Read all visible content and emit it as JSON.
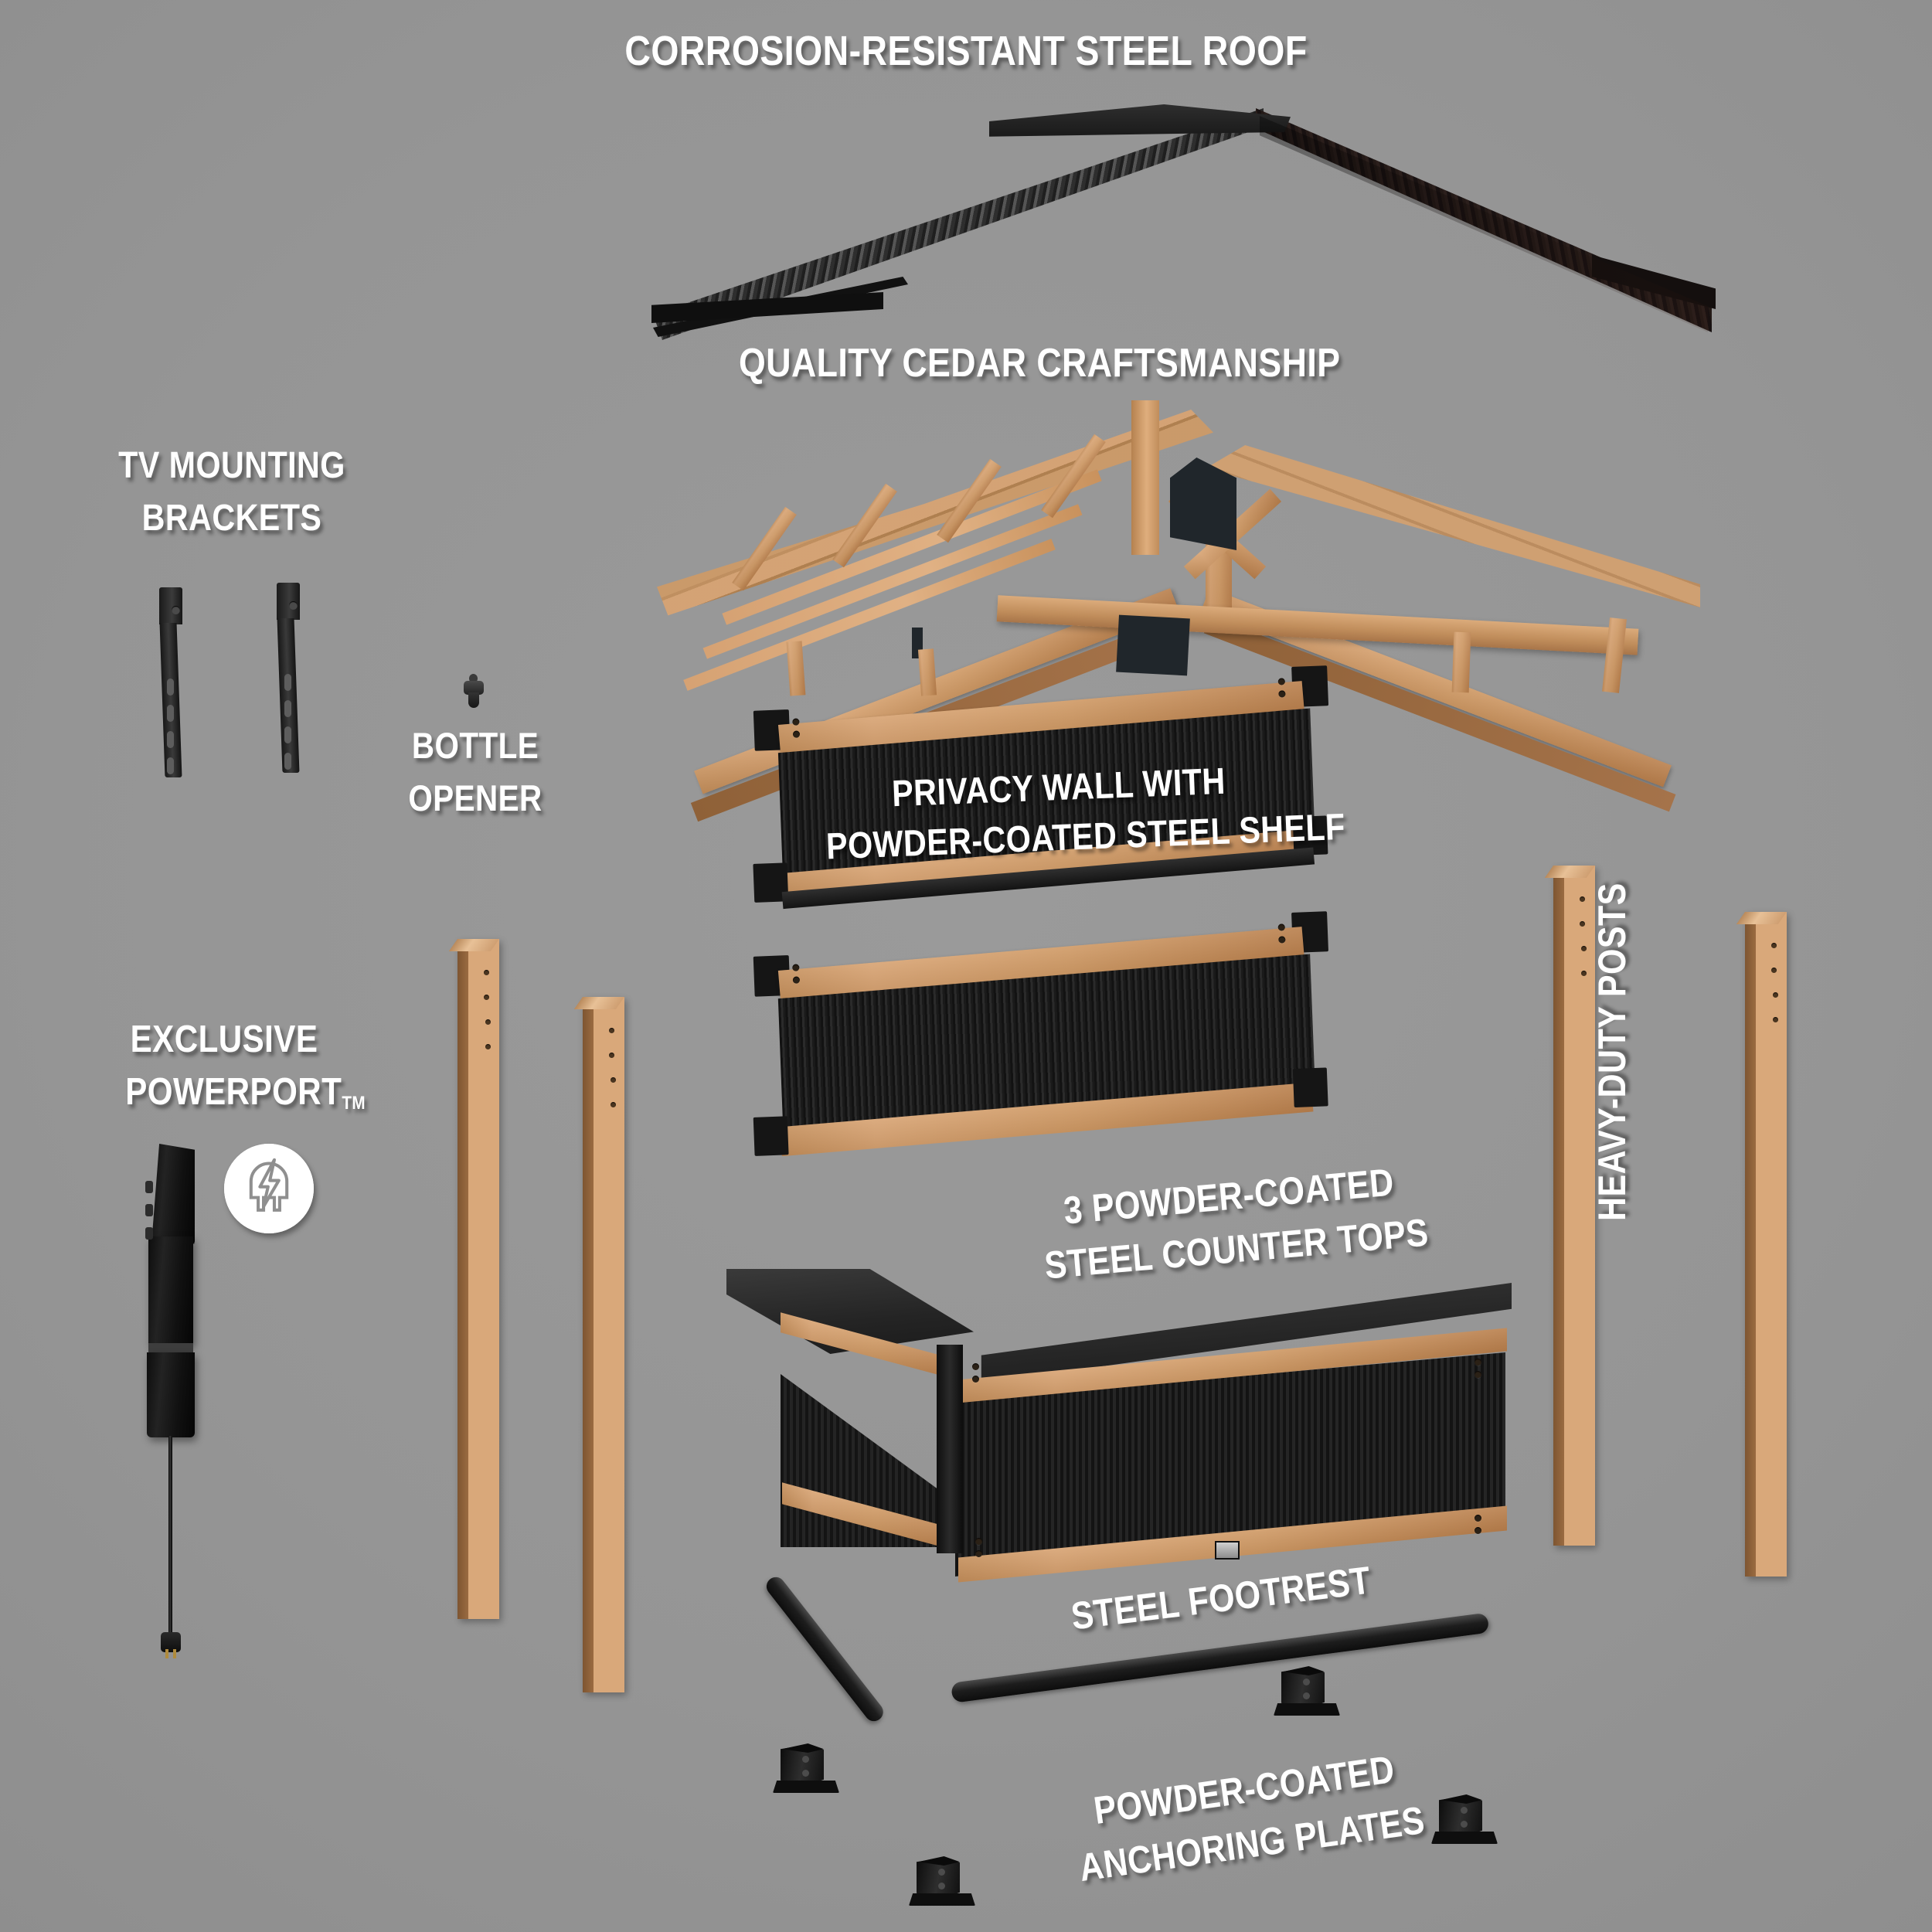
{
  "page": {
    "background_color": "#8f8f8f",
    "label_color": "#ffffff",
    "cedar_color": "#cf9964",
    "steel_color": "#1b1b1b"
  },
  "labels": {
    "roof": "CORROSION-RESISTANT STEEL ROOF",
    "cedar": "QUALITY CEDAR CRAFTSMANSHIP",
    "tv_brackets_line1": "TV MOUNTING",
    "tv_brackets_line2": "BRACKETS",
    "bottle_opener_line1": "BOTTLE",
    "bottle_opener_line2": "OPENER",
    "powerport_line1": "EXCLUSIVE",
    "powerport_line2": "POWERPORT",
    "powerport_tm": "TM",
    "privacy_wall_line1": "PRIVACY WALL WITH",
    "privacy_wall_line2": "POWDER-COATED STEEL SHELF",
    "counter_tops_line1": "3 POWDER-COATED",
    "counter_tops_line2": "STEEL COUNTER TOPS",
    "heavy_duty_posts": "HEAVY-DUTY POSTS",
    "steel_footrest": "STEEL FOOTREST",
    "anchoring_plates_line1": "POWDER-COATED",
    "anchoring_plates_line2": "ANCHORING PLATES"
  },
  "components": {
    "roof": "corrugated steel gable roof",
    "truss": "cedar roof truss frame",
    "privacy_wall_upper": "privacy wall with steel shelf",
    "privacy_wall_lower": "privacy wall panel",
    "counter": "L-shaped bar counter",
    "footrest": "steel footrest bar",
    "posts_count": 4,
    "anchor_plates_count": 4,
    "tv_brackets_count": 2
  },
  "icons": {
    "powerport": "plug-bolt-icon"
  }
}
